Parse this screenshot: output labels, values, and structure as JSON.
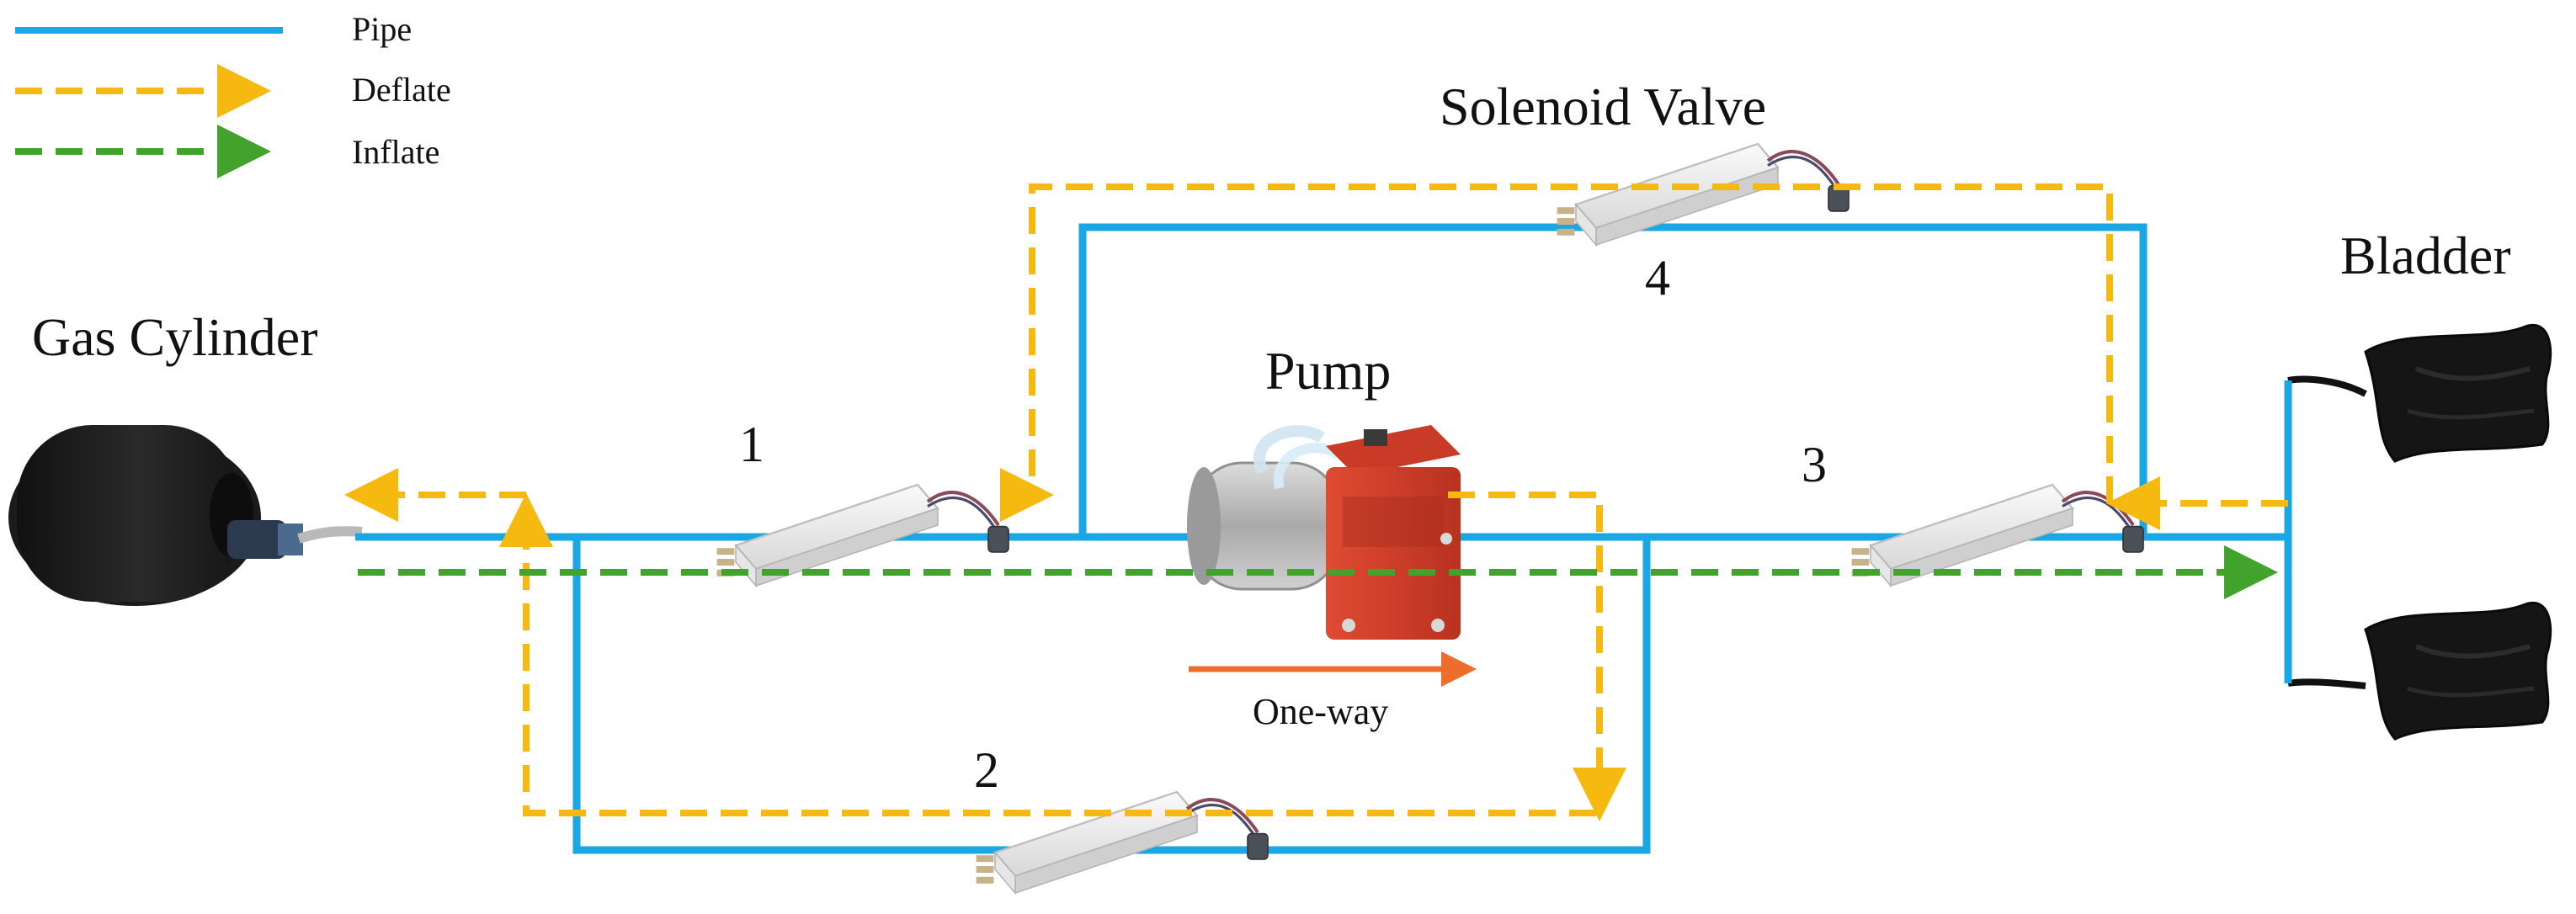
{
  "legend": {
    "items": [
      {
        "label": "Pipe",
        "style": "solid",
        "color": "#1aa7e6"
      },
      {
        "label": "Deflate",
        "style": "dashed-arrow",
        "color": "#f6b90f"
      },
      {
        "label": "Inflate",
        "style": "dashed-arrow",
        "color": "#41a22c"
      }
    ]
  },
  "labels": {
    "gas_cylinder": "Gas Cylinder",
    "pump": "Pump",
    "one_way": "One-way",
    "solenoid_valve": "Solenoid Valve",
    "bladder": "Bladder"
  },
  "valves": [
    {
      "number": "1"
    },
    {
      "number": "2"
    },
    {
      "number": "3"
    },
    {
      "number": "4"
    }
  ],
  "colors": {
    "pipe": "#1aa7e6",
    "deflate": "#f6b90f",
    "inflate": "#41a22c",
    "one_way_arrow": "#ef6d2c",
    "pump_body": "#d9402e",
    "valve_body": "#eeeeee",
    "cylinder": "#202020",
    "bladder": "#151515"
  },
  "icons": [
    "gas-cylinder-icon",
    "pump-icon",
    "solenoid-valve-icon",
    "bladder-icon"
  ]
}
